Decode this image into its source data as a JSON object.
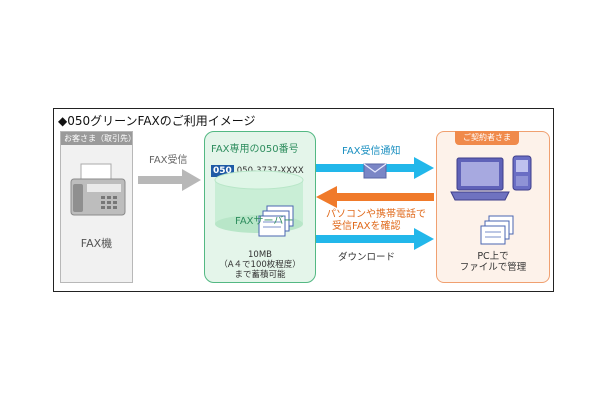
{
  "title": "◆050グリーンFAXのご利用イメージ",
  "customer": {
    "header": "お客さま（取引先）",
    "device_label": "FAX機"
  },
  "arrow_fax_receive": "FAX受信",
  "center": {
    "title": "FAX専用の050番号",
    "number_badge": "050",
    "number_rest": "050-3737-XXXX",
    "server_label": "FAXサーバー",
    "capacity_line1": "10MB",
    "capacity_line2": "（A４で100枚程度）",
    "capacity_line3": "まで蓄積可能"
  },
  "arrow_notify": "FAX受信通知",
  "arrow_confirm_line1": "パソコンや携帯電話で",
  "arrow_confirm_line2": "受信FAXを確認",
  "arrow_download": "ダウンロード",
  "subscriber": {
    "header": "ご契約者さま",
    "note_line1": "PC上で",
    "note_line2": "ファイルで管理"
  },
  "colors": {
    "green": "#53b883",
    "cyan_arrow": "#22b7ea",
    "orange_arrow": "#f07a2a",
    "gray_arrow": "#b8b8b8",
    "blue_badge": "#1f5aa6"
  }
}
